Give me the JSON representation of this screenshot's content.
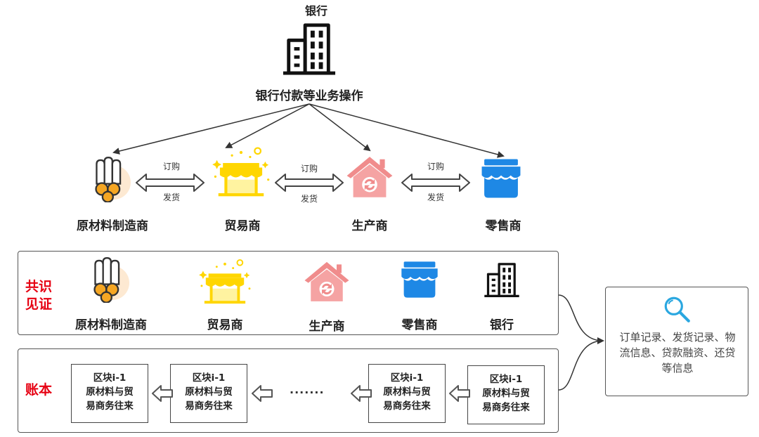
{
  "top": {
    "bank_title": "银行",
    "bank_operation": "银行付款等业务操作"
  },
  "flow": {
    "order_label": "订购",
    "ship_label": "发货",
    "participants": [
      "原材料制造商",
      "贸易商",
      "生产商",
      "零售商"
    ]
  },
  "consensus": {
    "title_line1": "共识",
    "title_line2": "见证",
    "members": [
      "原材料制造商",
      "贸易商",
      "生产商",
      "零售商",
      "银行"
    ]
  },
  "ledger": {
    "title": "账本",
    "ellipsis": "·······",
    "blocks": [
      {
        "title": "区块i-1",
        "line2": "原材料与贸",
        "line3": "易商务往来"
      },
      {
        "title": "区块i-1",
        "line2": "原材料与贸",
        "line3": "易商务往来"
      },
      {
        "title": "区块i-1",
        "line2": "原材料与贸",
        "line3": "易商务往来"
      },
      {
        "title": "区块i-1",
        "line2": "原材料与贸",
        "line3": "易商务往来"
      }
    ]
  },
  "info": {
    "text": "订单记录、发货记录、物流信息、贷款融资、还贷等信息"
  },
  "colors": {
    "accent_red": "#e60012",
    "retail_blue": "#1e88e5",
    "producer_pink": "#f08c8c",
    "trader_yellow": "#ffd600",
    "material_orange": "#f5a623",
    "search_blue": "#2aa7e0"
  }
}
